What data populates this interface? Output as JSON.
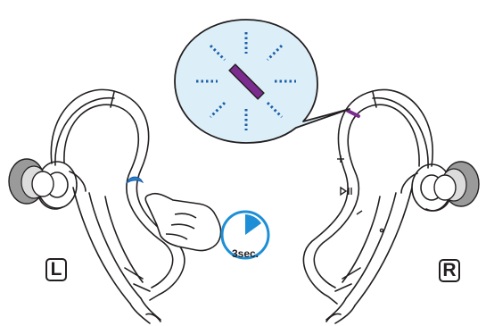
{
  "labels": {
    "left": "L",
    "right": "R",
    "timer": "3sec."
  },
  "colors": {
    "outline": "#231f20",
    "indicator_purple": "#7b2c8e",
    "blink_blue": "#1d5fa8",
    "callout_fill": "#dceff8",
    "timer_blue": "#1e8fd6",
    "button_blue": "#2a7fc9",
    "ear_gray": "#9a9a9a"
  },
  "icons": [
    "led-indicator-icon",
    "hand-pointer-icon",
    "timer-icon",
    "volume-up-icon",
    "play-pause-icon",
    "volume-down-icon",
    "microphone-icon"
  ],
  "timer": {
    "duration_seconds": 3,
    "fraction_shown": 0.3
  }
}
